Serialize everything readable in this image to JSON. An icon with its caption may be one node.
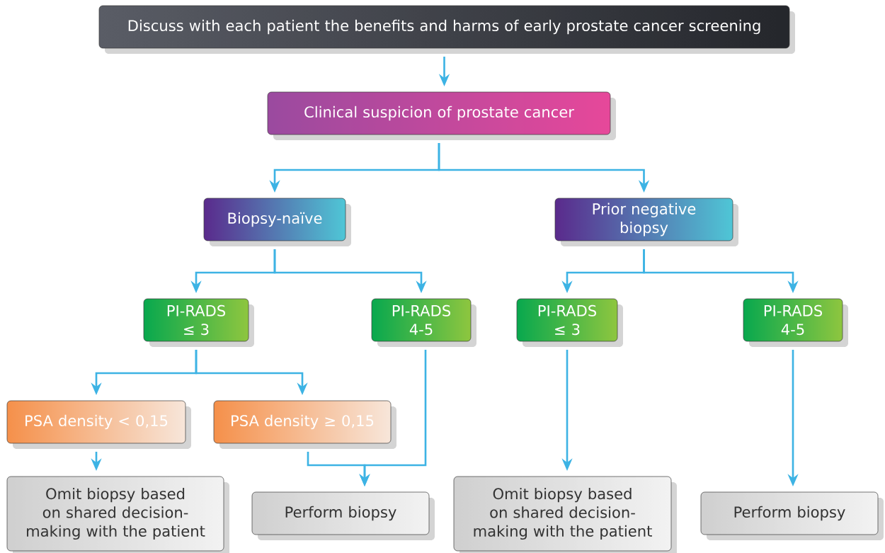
{
  "diagram": {
    "nodes": [
      {
        "text": [
          "Discuss with each patient the benefits and harms of early prostate cancer screening"
        ]
      },
      {
        "text": [
          "Clinical suspicion of prostate cancer"
        ]
      },
      {
        "text": [
          "Biopsy-naïve"
        ]
      },
      {
        "text": [
          "Prior negative biopsy"
        ]
      },
      {
        "text": [
          "PI-RADS ≤ 3"
        ]
      },
      {
        "text": [
          "PI-RADS 4-5"
        ]
      },
      {
        "text": [
          "PI-RADS ≤ 3"
        ]
      },
      {
        "text": [
          "PI-RADS 4-5"
        ]
      },
      {
        "text": [
          "PSA density < 0,15"
        ]
      },
      {
        "text": [
          "PSA density ≥ 0,15"
        ]
      },
      {
        "text": [
          "Omit biopsy based on shared decision-making with the patient"
        ]
      },
      {
        "text": [
          "Perform biopsy"
        ]
      },
      {
        "text": [
          "Omit biopsy based on shared decision-making with the patient"
        ]
      },
      {
        "text": [
          "Perform biopsy"
        ]
      }
    ],
    "edges": [
      {
        "from": 0,
        "to": 1,
        "arrow": "to"
      },
      {
        "from": 1,
        "to": 2,
        "arrow": "to"
      },
      {
        "from": 1,
        "to": 3,
        "arrow": "to"
      },
      {
        "from": 2,
        "to": 4,
        "arrow": "to"
      },
      {
        "from": 2,
        "to": 5,
        "arrow": "to"
      },
      {
        "from": 3,
        "to": 6,
        "arrow": "to"
      },
      {
        "from": 3,
        "to": 7,
        "arrow": "to"
      },
      {
        "from": 4,
        "to": 8,
        "arrow": "to"
      },
      {
        "from": 4,
        "to": 9,
        "arrow": "to"
      },
      {
        "from": 8,
        "to": 10,
        "arrow": "to"
      },
      {
        "from": 9,
        "to": 11,
        "arrow": "to"
      },
      {
        "from": 5,
        "to": 11,
        "arrow": "to"
      },
      {
        "from": 6,
        "to": 12,
        "arrow": "to"
      },
      {
        "from": 7,
        "to": 13,
        "arrow": "to"
      }
    ]
  }
}
